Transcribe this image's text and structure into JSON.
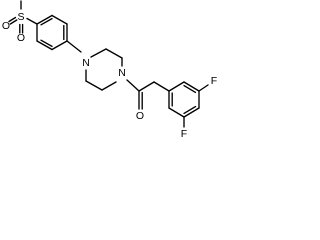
{
  "structure": {
    "atoms": {
      "sulfur": "S",
      "sulfonyl_oxygen_left": "O",
      "sulfonyl_oxygen_right": "O",
      "piperazine_nitrogen_upper": "N",
      "piperazine_nitrogen_lower": "N",
      "carbonyl_oxygen": "O",
      "fluorine_upper": "F",
      "fluorine_lower": "F"
    }
  }
}
